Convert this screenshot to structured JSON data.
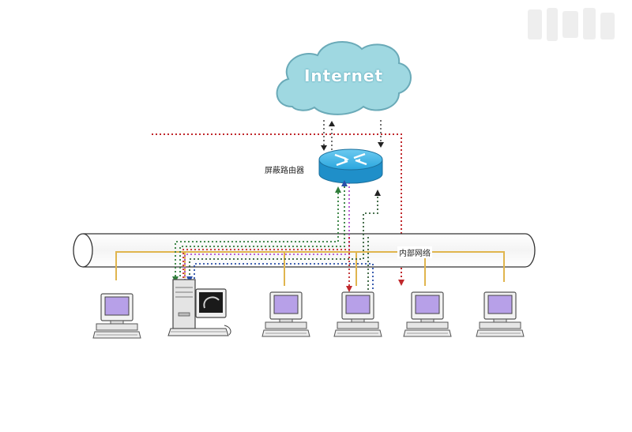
{
  "cloud": {
    "label": "Internet"
  },
  "router": {
    "label": "屏蔽路由器"
  },
  "network": {
    "label": "内部网络"
  },
  "colors": {
    "cloud_fill": "#9fd8e1",
    "cloud_stroke": "#6aaab8",
    "router_fill": "#2aa6de",
    "bus_line": "#e0b54e",
    "monitor_screen": "#b7a0e8",
    "path_red": "#c0282c",
    "path_green": "#2f7d3a",
    "path_purple": "#b04fcf",
    "path_blue": "#2a4fa8",
    "path_darkgreen": "#35603a"
  },
  "icons": [
    "cloud-icon",
    "router-icon",
    "workstation-icon",
    "server-icon",
    "watermark-logo"
  ]
}
